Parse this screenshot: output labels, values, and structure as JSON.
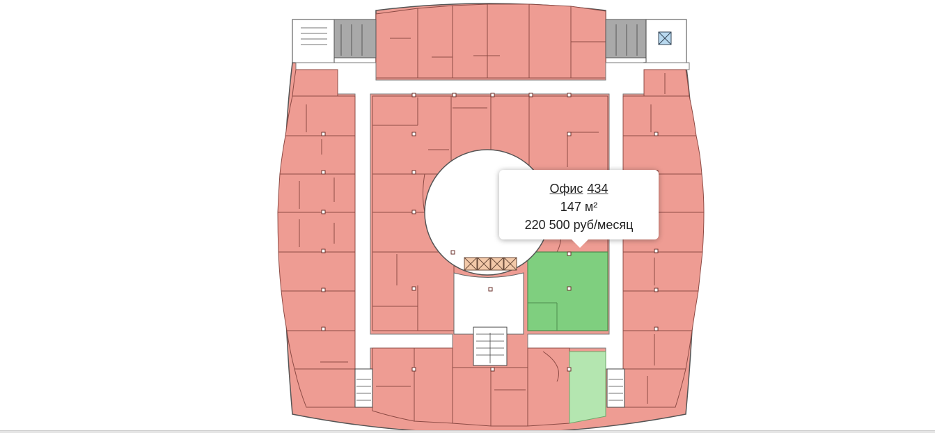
{
  "floorplan": {
    "colors": {
      "occupied": "#ee9c93",
      "selected": "#7fcf7f",
      "available": "#b4e6b0",
      "service": "#a9a9a9",
      "corridor": "#ffffff"
    }
  },
  "tooltip": {
    "office_label": "Офис",
    "office_number": "434",
    "area": "147 м²",
    "price": "220 500 руб/месяц"
  }
}
